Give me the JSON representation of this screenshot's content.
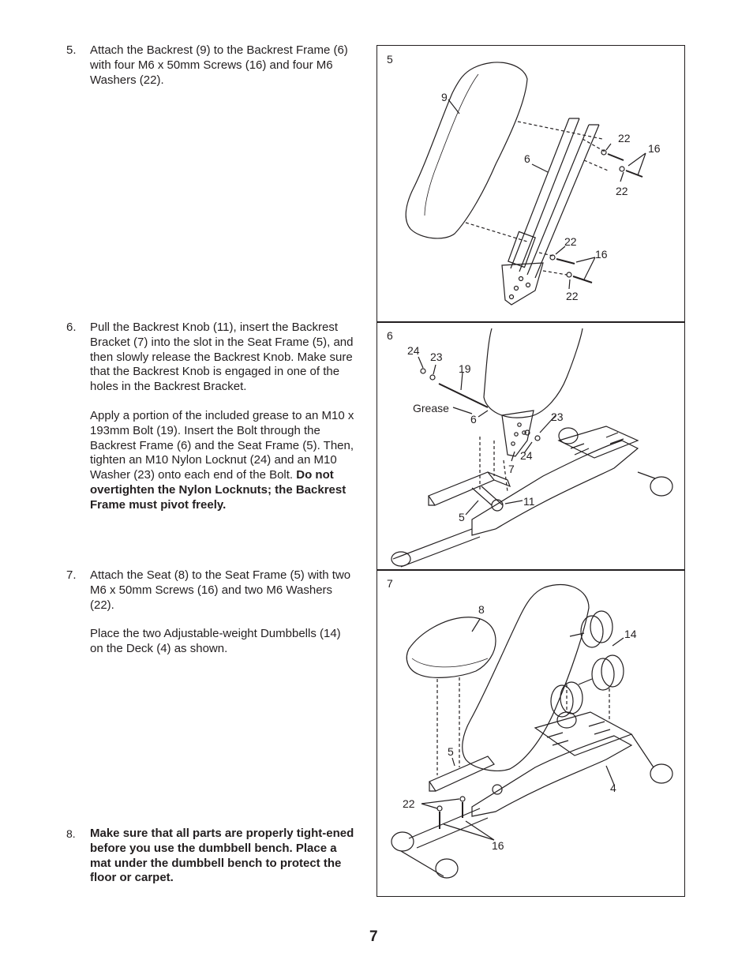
{
  "steps": {
    "s5": {
      "number": "5.",
      "text": "Attach the Backrest (9) to the Backrest Frame (6) with four M6 x 50mm Screws (16) and four M6 Washers (22)."
    },
    "s6": {
      "number": "6.",
      "p1": "Pull the Backrest Knob (11), insert the Backrest Bracket (7) into the slot in the Seat Frame (5), and then slowly release the Backrest Knob. Make sure that the Backrest Knob is engaged in one of the holes in the Backrest Bracket.",
      "p2_normal": "Apply a portion of the included grease to an M10 x 193mm Bolt (19). Insert the Bolt through the Backrest Frame (6) and the Seat Frame (5). Then, tighten an M10 Nylon Locknut (24) and an M10 Washer (23) onto each end of the Bolt. ",
      "p2_bold": "Do not overtighten the Nylon Locknuts; the Backrest Frame must pivot freely."
    },
    "s7": {
      "number": "7.",
      "p1": "Attach the Seat (8) to the Seat Frame (5) with two M6 x 50mm Screws (16) and two M6 Washers (22).",
      "p2": "Place the two Adjustable-weight Dumbbells (14) on the Deck (4) as shown."
    },
    "s8": {
      "number": "8.",
      "text": "Make sure that all parts are properly tight-ened before you use the dumbbell bench. Place a mat under the dumbbell bench to protect the floor or carpet."
    }
  },
  "figures": {
    "f5": {
      "number": "5",
      "labels": [
        "9",
        "6",
        "22",
        "16",
        "22",
        "22",
        "16",
        "22"
      ]
    },
    "f6": {
      "number": "6",
      "labels": [
        "24",
        "23",
        "19",
        "Grease",
        "6",
        "23",
        "24",
        "7",
        "11",
        "5"
      ]
    },
    "f7": {
      "number": "7",
      "labels": [
        "8",
        "14",
        "5",
        "4",
        "22",
        "16"
      ]
    }
  },
  "page_number": "7",
  "colors": {
    "ink": "#231f20",
    "background": "#ffffff"
  }
}
